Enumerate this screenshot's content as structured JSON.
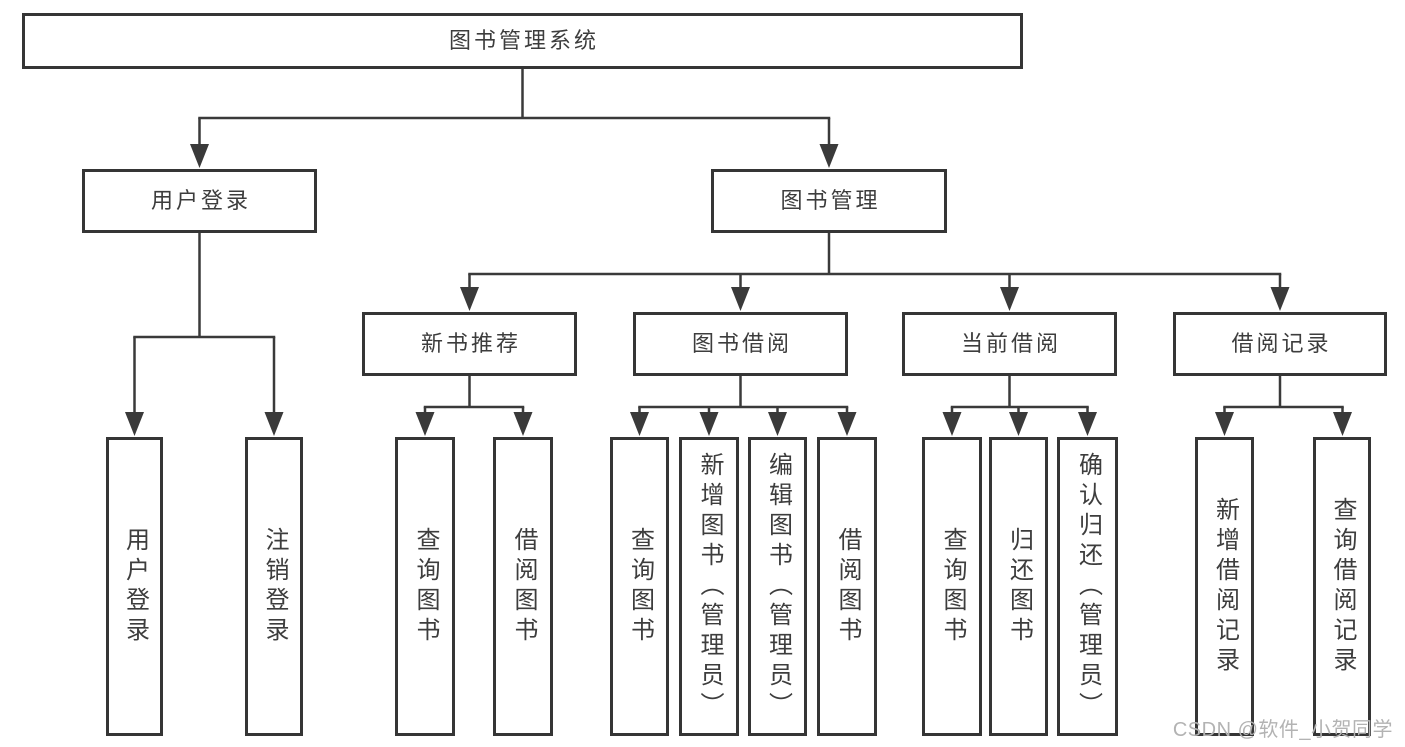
{
  "tree": {
    "root": "图书管理系统",
    "branches": [
      {
        "label": "用户登录",
        "children": [
          "用户登录",
          "注销登录"
        ]
      },
      {
        "label": "图书管理",
        "children": [
          {
            "label": "新书推荐",
            "children": [
              "查询图书",
              "借阅图书"
            ]
          },
          {
            "label": "图书借阅",
            "children": [
              "查询图书",
              "新增图书（管理员）",
              "编辑图书（管理员）",
              "借阅图书"
            ]
          },
          {
            "label": "当前借阅",
            "children": [
              "查询图书",
              "归还图书",
              "确认归还（管理员）"
            ]
          },
          {
            "label": "借阅记录",
            "children": [
              "新增借阅记录",
              "查询借阅记录"
            ]
          }
        ]
      }
    ]
  },
  "watermark": "CSDN @软件_小贺同学",
  "colors": {
    "line": "#3a3a3a",
    "box_border": "#353535",
    "text": "#3d3d3d",
    "watermark_text": "#b3b3b3",
    "background": "#ffffff"
  }
}
